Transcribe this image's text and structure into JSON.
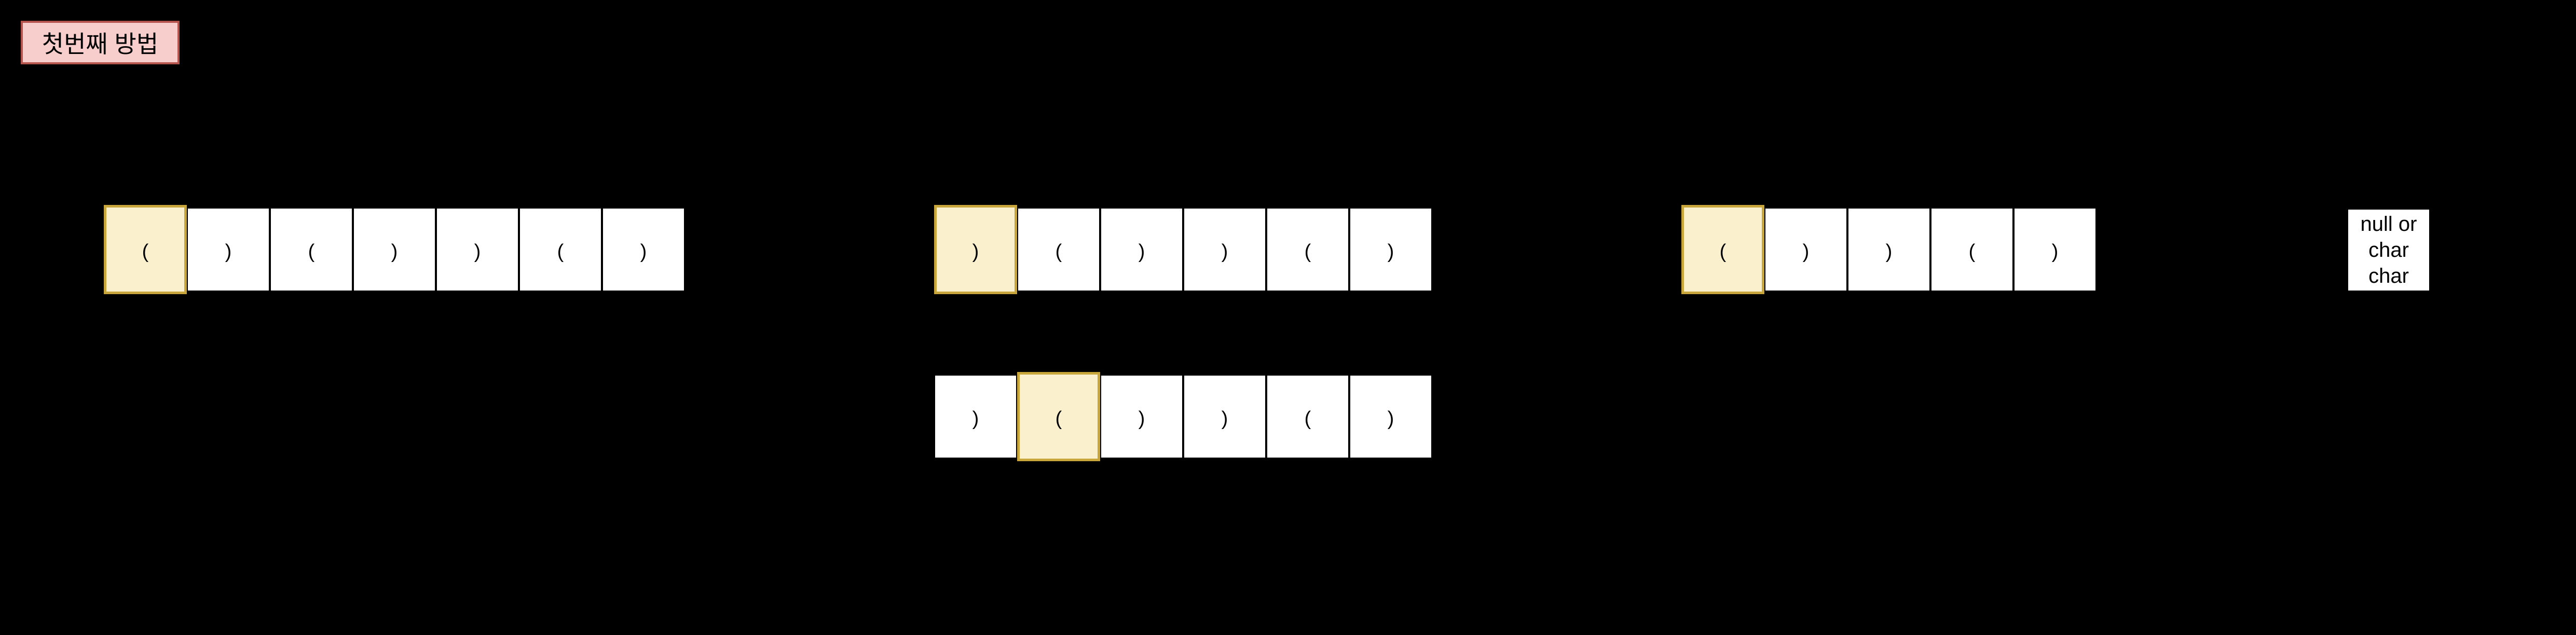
{
  "title": {
    "label": "첫번째 방법"
  },
  "colors": {
    "background": "#000000",
    "cell_fill": "#ffffff",
    "cell_border": "#000000",
    "highlight_fill": "#faf0ce",
    "highlight_border": "#c9a63c",
    "title_fill": "#f8cecc",
    "title_border": "#b5544d"
  },
  "rows": [
    {
      "name": "paren-sequence-1",
      "cells": [
        "(",
        ")",
        "(",
        ")",
        ")",
        "(",
        ")"
      ],
      "highlight_index": 0
    },
    {
      "name": "paren-sequence-2",
      "cells": [
        ")",
        "(",
        ")",
        ")",
        "(",
        ")"
      ],
      "highlight_index": 0
    },
    {
      "name": "paren-sequence-3",
      "cells": [
        ")",
        "(",
        ")",
        ")",
        "(",
        ")"
      ],
      "highlight_index": 1
    },
    {
      "name": "paren-sequence-4",
      "cells": [
        "(",
        ")",
        ")",
        "(",
        ")"
      ],
      "highlight_index": 0
    }
  ],
  "note": {
    "lines": [
      "null or",
      "char",
      "char"
    ]
  }
}
